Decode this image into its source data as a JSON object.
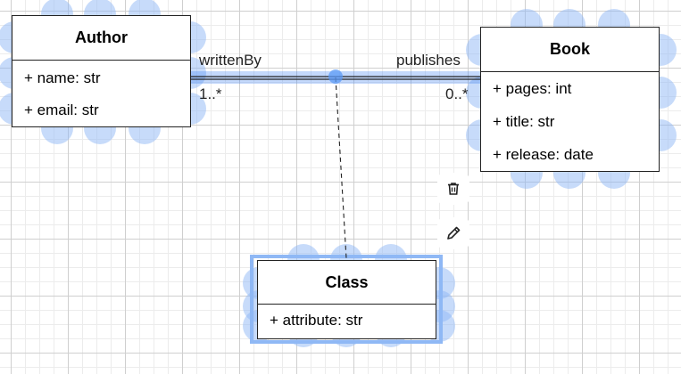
{
  "diagram": {
    "classes": {
      "author": {
        "name": "Author",
        "attributes": [
          "+ name: str",
          "+ email: str"
        ]
      },
      "book": {
        "name": "Book",
        "attributes": [
          "+ pages: int",
          "+ title: str",
          "+ release: date"
        ]
      },
      "assoc_class": {
        "name": "Class",
        "attributes": [
          "+ attribute: str"
        ]
      }
    },
    "association": {
      "left_role": "writtenBy",
      "left_multiplicity": "1..*",
      "right_role": "publishes",
      "right_multiplicity": "0..*"
    }
  },
  "toolbar": {
    "delete_icon": "trash-icon",
    "edit_icon": "pencil-icon"
  },
  "colors": {
    "selection": "#3b82f6",
    "handle": "#8fb8f5",
    "edge": "#222222"
  }
}
